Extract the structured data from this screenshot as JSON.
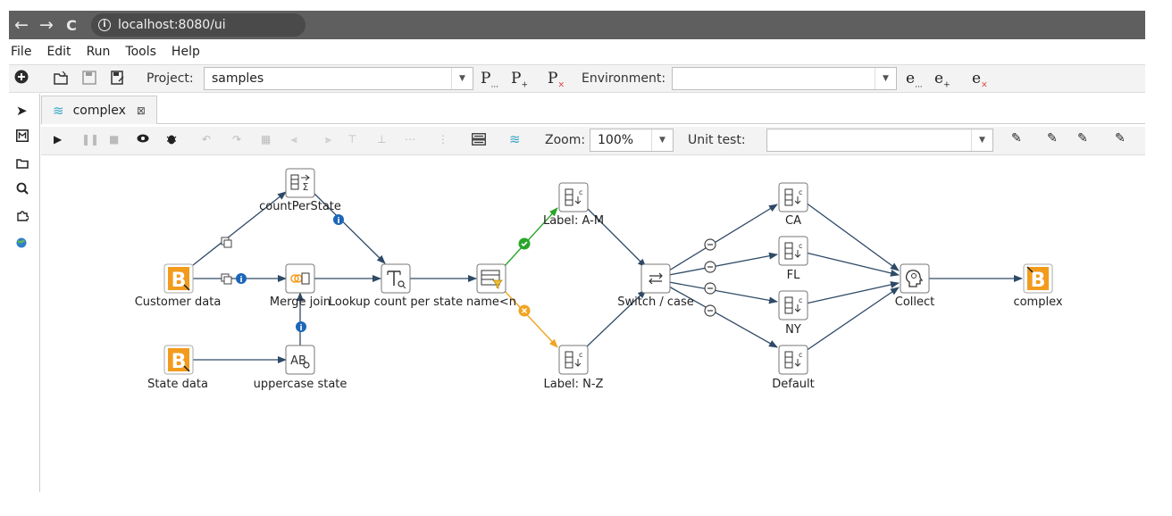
{
  "browser": {
    "url": "localhost:8080/ui",
    "back": "←",
    "forward": "→",
    "reload": "C",
    "info": "i"
  },
  "menu": [
    "File",
    "Edit",
    "Run",
    "Tools",
    "Help"
  ],
  "toolbar": {
    "project_label": "Project:",
    "project_value": "samples",
    "environment_label": "Environment:",
    "environment_value": "",
    "p_buttons": [
      "P",
      "P",
      "P"
    ],
    "e_buttons": [
      "e",
      "e",
      "e"
    ],
    "p_subs": [
      "...",
      "+",
      "×"
    ],
    "e_subs": [
      "...",
      "+",
      "×"
    ]
  },
  "tab": {
    "label": "complex",
    "close": "⊠"
  },
  "canvas_toolbar": {
    "zoom_label": "Zoom:",
    "zoom_value": "100%",
    "unit_test_label": "Unit test:",
    "unit_test_value": ""
  },
  "nodes": {
    "customer_data": "Customer data",
    "state_data": "State data",
    "count_per_state_top": "countPerState",
    "merge_join": "Merge join",
    "uppercase_state": "uppercase state",
    "lookup_count": "Lookup count per state",
    "name_filter": "name<n",
    "label_am": "Label: A-M",
    "label_nz": "Label: N-Z",
    "switch_case": "Switch / case",
    "ca": "CA",
    "fl": "FL",
    "ny": "NY",
    "default": "Default",
    "collect": "Collect",
    "complex": "complex"
  },
  "colors": {
    "transform_orange": "#f29b1d",
    "hop_line": "#2e4a67",
    "true_green": "#2aa52a",
    "false_orange": "#f0a41f",
    "info_blue": "#1c66b8"
  }
}
